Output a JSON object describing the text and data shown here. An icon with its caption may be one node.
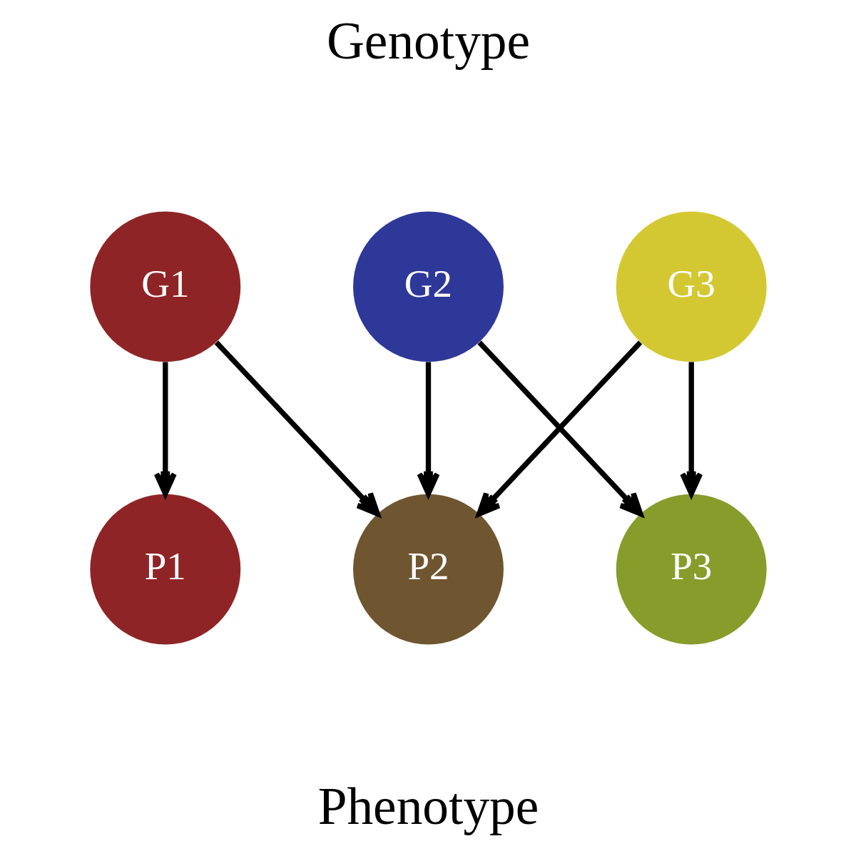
{
  "diagram": {
    "nodes": [
      {
        "text": [
          "G1"
        ]
      },
      {
        "text": [
          "G2"
        ]
      },
      {
        "text": [
          "G3"
        ]
      },
      {
        "text": [
          "P1"
        ]
      },
      {
        "text": [
          "P2"
        ]
      },
      {
        "text": [
          "P3"
        ]
      }
    ],
    "edges": [
      {
        "from": 0,
        "to": 3,
        "arrow": "to"
      },
      {
        "from": 0,
        "to": 4,
        "arrow": "to"
      },
      {
        "from": 1,
        "to": 4,
        "arrow": "to"
      },
      {
        "from": 1,
        "to": 5,
        "arrow": "to"
      },
      {
        "from": 2,
        "to": 4,
        "arrow": "to"
      },
      {
        "from": 2,
        "to": 5,
        "arrow": "to"
      }
    ],
    "labels": [
      "Genotype",
      "Phenotype"
    ]
  }
}
